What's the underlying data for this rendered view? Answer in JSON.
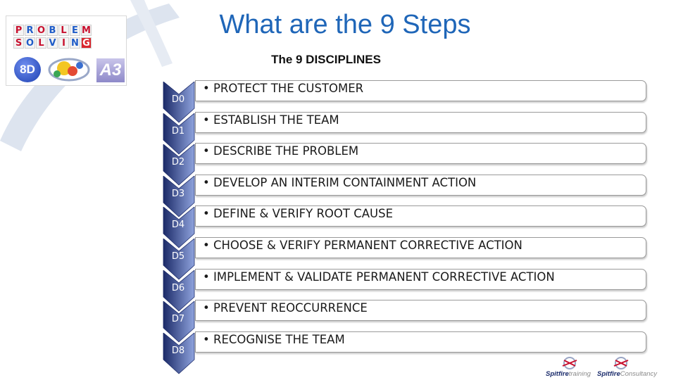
{
  "title": "What are the 9 Steps",
  "subtitle": "The 9 DISCIPLINES",
  "logo": {
    "row1": [
      "P",
      "R",
      "O",
      "B",
      "L",
      "E",
      "M"
    ],
    "row2": [
      "S",
      "O",
      "L",
      "V",
      "I",
      "N",
      "G"
    ],
    "badge_8d": "8D",
    "badge_a3": "A3"
  },
  "steps": [
    {
      "code": "D0",
      "text": "• PROTECT THE CUSTOMER"
    },
    {
      "code": "D1",
      "text": "• ESTABLISH THE TEAM"
    },
    {
      "code": "D2",
      "text": "• DESCRIBE THE PROBLEM"
    },
    {
      "code": "D3",
      "text": "• DEVELOP AN INTERIM CONTAINMENT ACTION"
    },
    {
      "code": "D4",
      "text": "• DEFINE & VERIFY ROOT CAUSE"
    },
    {
      "code": "D5",
      "text": "• CHOOSE & VERIFY PERMANENT CORRECTIVE ACTION"
    },
    {
      "code": "D6",
      "text": "• IMPLEMENT & VALIDATE PERMANENT CORRECTIVE ACTION"
    },
    {
      "code": "D7",
      "text": "• PREVENT REOCCURRENCE"
    },
    {
      "code": "D8",
      "text": "• RECOGNISE THE TEAM"
    }
  ],
  "footer": {
    "logo1_brand": "Spitfire",
    "logo1_sub": "training",
    "logo2_brand": "Spitfire",
    "logo2_sub": "Consultancy"
  },
  "colors": {
    "title": "#1f66b8",
    "chevron_dark": "#1b2a68",
    "chevron_light": "#8fa3dd",
    "swoosh": "#d9e1ee"
  }
}
